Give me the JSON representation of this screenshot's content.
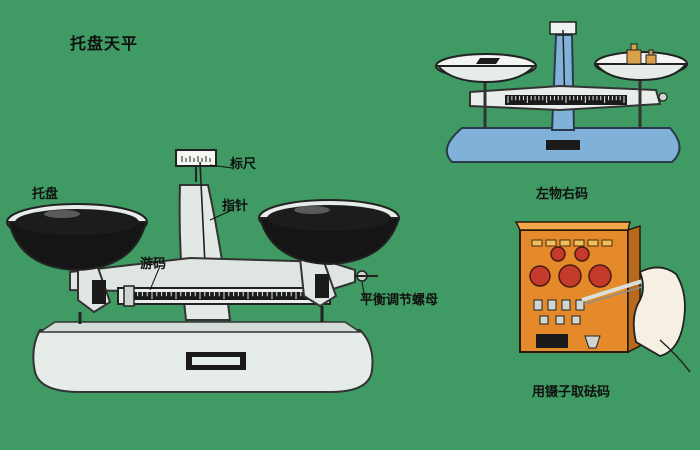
{
  "title": "托盘天平",
  "labels": {
    "pan": "托盘",
    "scale": "标尺",
    "pointer": "指针",
    "rider": "游码",
    "balance_nut": "平衡调节螺母"
  },
  "captions": {
    "left_object_right_weight": "左物右码",
    "tweezers_weights": "用镊子取砝码"
  },
  "colors": {
    "background": "#3f9b63",
    "metal": "#e6ece8",
    "pan_dark": "#151515",
    "blue_balance": "#7fb1d9",
    "weight_box": "#e58a2a",
    "brass": "#d9a24a"
  }
}
